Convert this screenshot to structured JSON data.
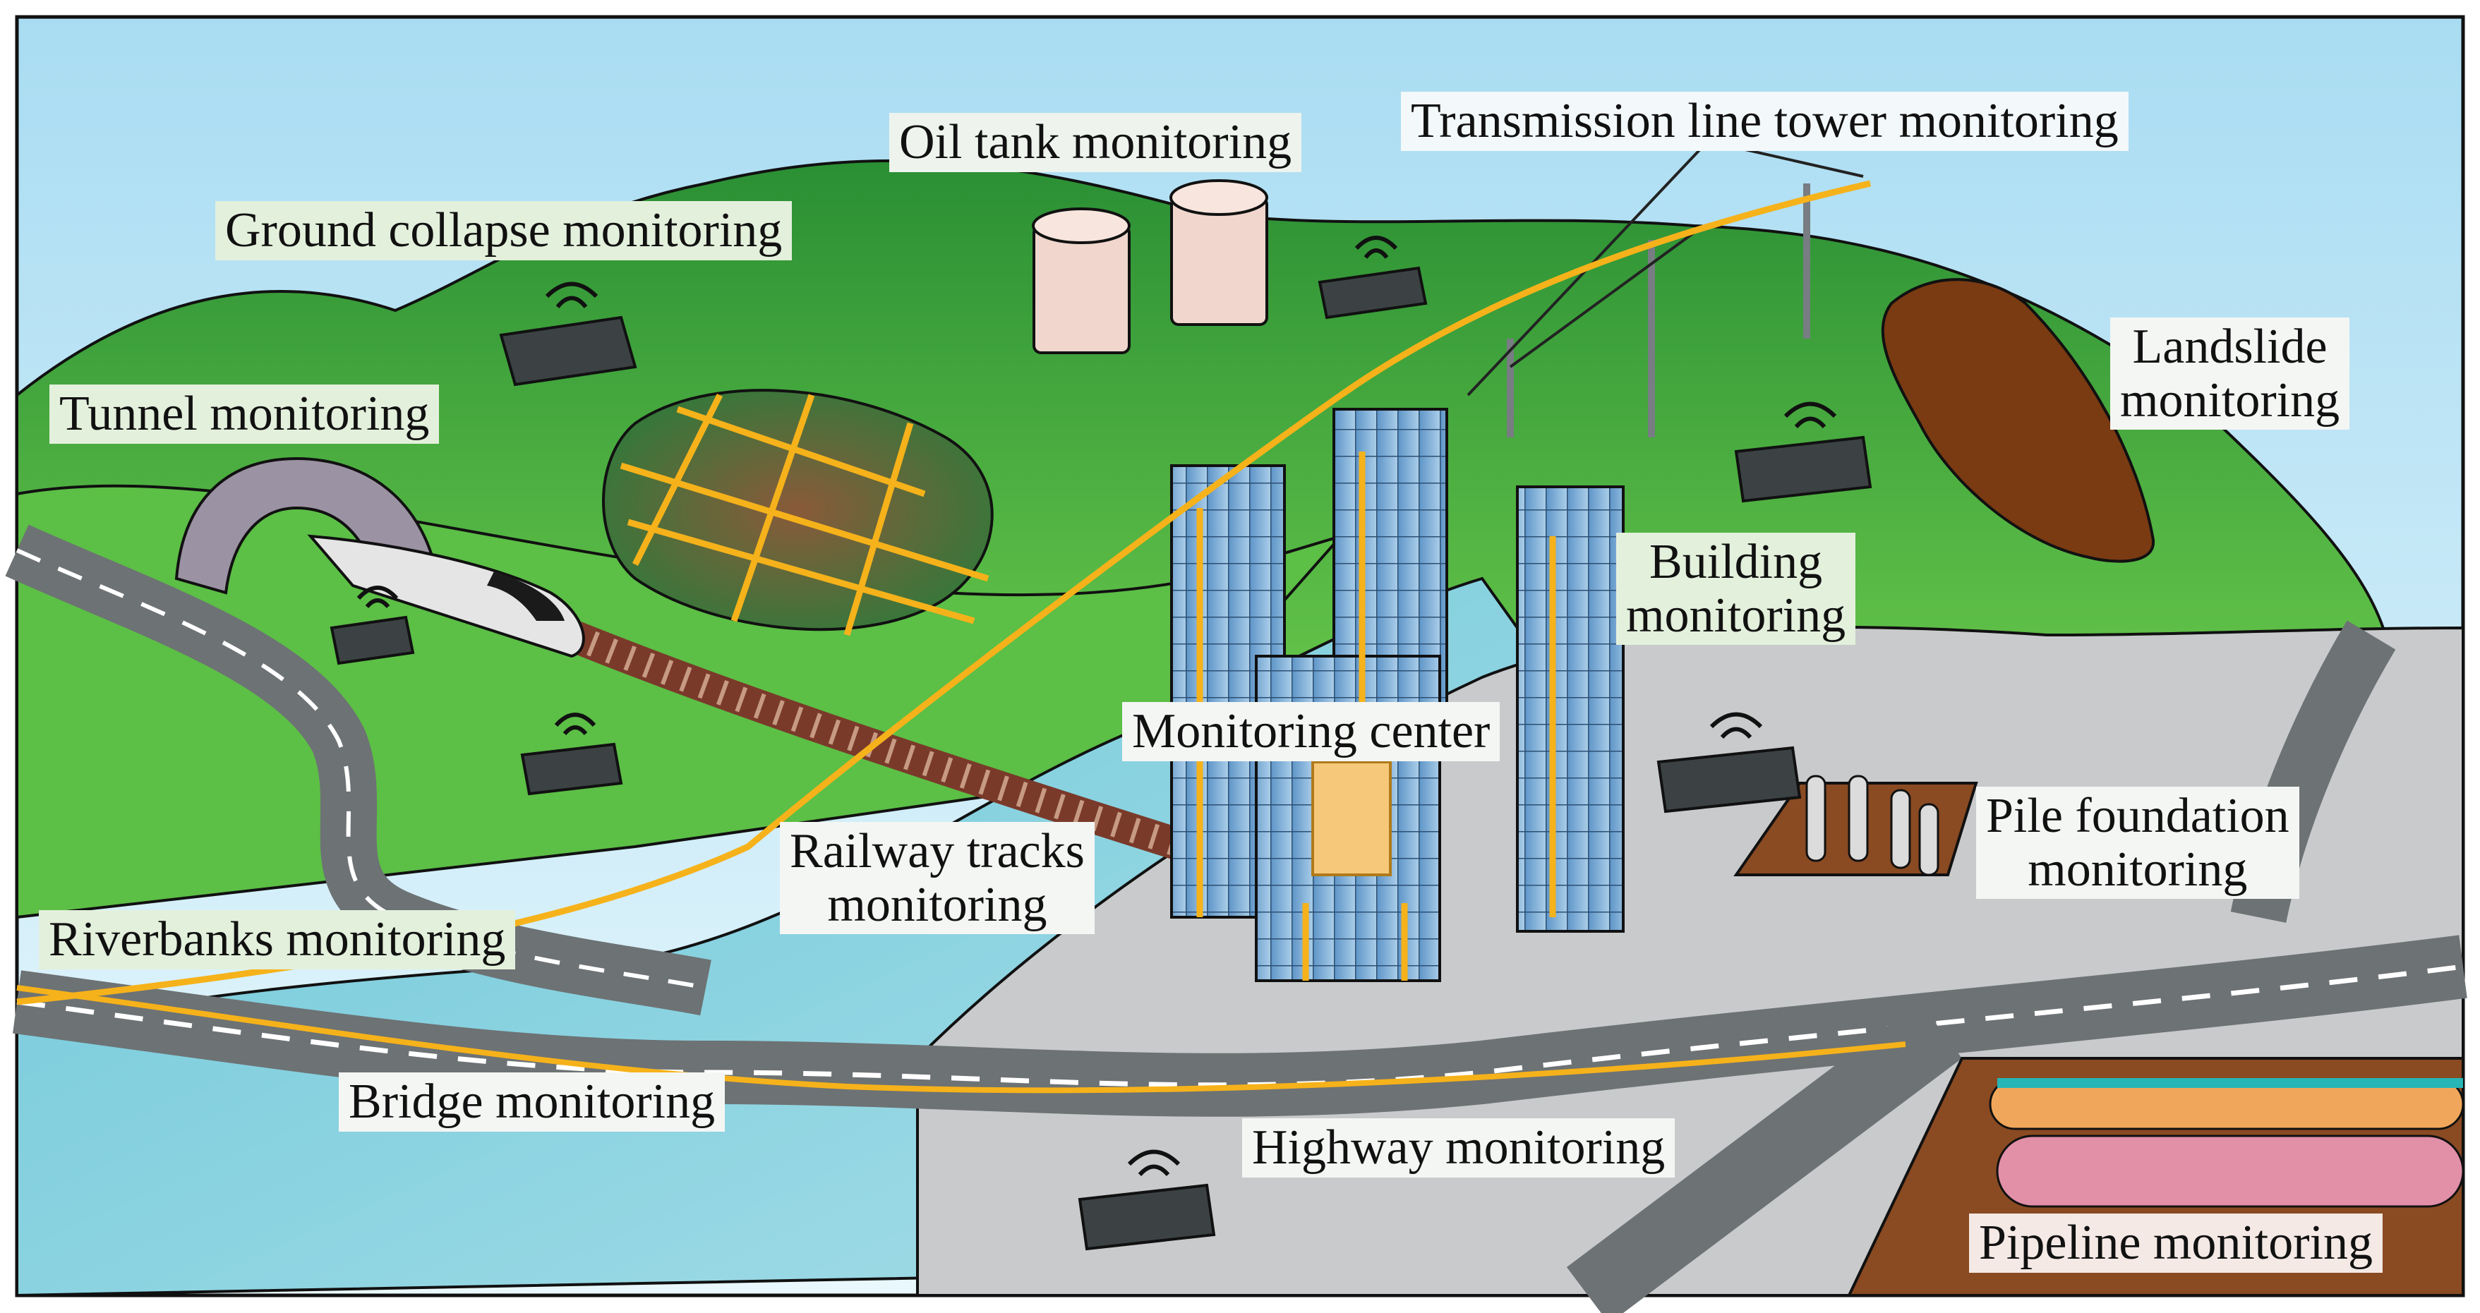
{
  "labels": {
    "oil_tank": "Oil tank monitoring",
    "transmission": "Transmission line tower monitoring",
    "ground_collapse": "Ground collapse monitoring",
    "tunnel": "Tunnel monitoring",
    "landslide_line1": "Landslide",
    "landslide_line2": "monitoring",
    "building_line1": "Building",
    "building_line2": "monitoring",
    "monitoring_center": "Monitoring center",
    "pile_line1": "Pile foundation",
    "pile_line2": "monitoring",
    "railway_line1": "Railway tracks",
    "railway_line2": "monitoring",
    "riverbanks": "Riverbanks monitoring",
    "bridge": "Bridge monitoring",
    "highway": "Highway monitoring",
    "pipeline": "Pipeline monitoring"
  },
  "colors": {
    "sky_top": "#b8e4f6",
    "sky_bottom": "#e8f7fd",
    "hill_green": "#2f9a3a",
    "hill_light": "#5cc046",
    "river": "#7ecfe0",
    "ground": "#c9cbcb",
    "road": "#6d7274",
    "fiber": "#f6b21a",
    "pipeline_brown": "#8a4a22",
    "building_blue": "#7fb3dd",
    "label_bg": "#e3f0dc",
    "label_bg_white": "#f4f6f4"
  },
  "icons": [
    "wifi-icon",
    "switch-icon",
    "train-icon",
    "tunnel-icon",
    "oil-tank-icon",
    "tower-icon",
    "building-icon",
    "pile-icon",
    "pipe-icon"
  ]
}
